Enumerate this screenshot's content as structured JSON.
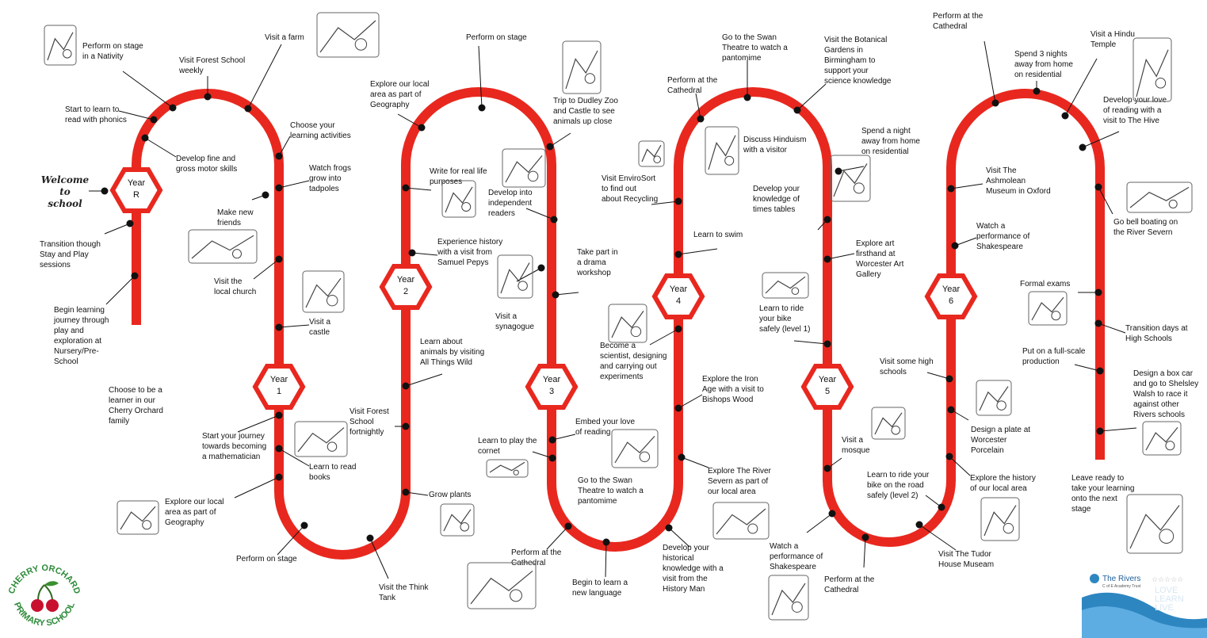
{
  "title": "Welcome to\nschool",
  "colors": {
    "track": "#e8281f",
    "dot": "#111111",
    "hex_stroke": "#e8281f"
  },
  "years": [
    {
      "label": "Year\nR"
    },
    {
      "label": "Year\n1"
    },
    {
      "label": "Year\n2"
    },
    {
      "label": "Year\n3"
    },
    {
      "label": "Year\n4"
    },
    {
      "label": "Year\n5"
    },
    {
      "label": "Year\n6"
    }
  ],
  "milestones": [
    "Perform on stage\nin a Nativity",
    "Visit Forest School\nweekly",
    "Visit a farm",
    "Start to learn to\nread with phonics",
    "Choose your\nlearning activities",
    "Develop fine and\ngross motor skills",
    "Watch frogs\ngrow into\ntadpoles",
    "Make new\nfriends",
    "Transition though\nStay and Play\nsessions",
    "Visit the\nlocal church",
    "Begin learning\njourney through\nplay and\nexploration at\nNursery/Pre-\nSchool",
    "Visit a\ncastle",
    "Choose to be a\nlearner in our\nCherry Orchard\nfamily",
    "Start your journey\ntowards becoming\na mathematician",
    "Learn to read\nbooks",
    "Explore our local\narea as part of\nGeography",
    "Perform on stage",
    "Visit the Think\nTank",
    "Explore our local\narea as part of\nGeography",
    "Perform on stage",
    "Trip to Dudley Zoo\nand Castle to see\nanimals up close",
    "Write for real life\npurposes",
    "Develop into\nindependent\nreaders",
    "Experience history\nwith a visit from\nSamuel Pepys",
    "Take part in\na drama\nworkshop",
    "Visit a\nsynagogue",
    "Learn about\nanimals by visiting\nAll Things Wild",
    "Visit Forest\nSchool\nfortnightly",
    "Grow plants",
    "Learn to play the\ncornet",
    "Embed your love\nof reading",
    "Go to the Swan\nTheatre to watch a\npantomime",
    "Perform at the\nCathedral",
    "Begin to learn a\nnew language",
    "Perform at the\nCathedral",
    "Go to the Swan\nTheatre to watch a\npantomime",
    "Visit the Botanical\nGardens in\nBirmingham to\nsupport your\nscience knowledge",
    "Discuss Hinduism\nwith a visitor",
    "Visit EnviroSort\nto find out\nabout Recycling",
    "Develop your\nknowledge of\ntimes tables",
    "Spend a night\naway from home\non residential",
    "Learn to swim",
    "Explore art\nfirsthand  at\nWorcester Art\nGallery",
    "Learn to ride\nyour bike\nsafely (level 1)",
    "Become a\nscientist, designing\nand carrying out\nexperiments",
    "Explore the Iron\nAge with a visit to\nBishops Wood",
    "Explore The River\nSevern as part of\nour local area",
    "Develop your\nhistorical\nknowledge with a\nvisit from the\nHistory Man",
    "Watch a\nperformance of\nShakespeare",
    "Perform at the\nCathedral",
    "Visit a\nmosque",
    "Learn to ride your\nbike on the road\nsafely (level 2)",
    "Visit some high\nschools",
    "Perform at the\nCathedral",
    "Spend 3 nights\naway from home\non residential",
    "Visit a Hindu\nTemple",
    "Develop your love\nof reading with a\nvisit to The Hive",
    "Visit The\nAshmolean\nMuseum in Oxford",
    "Watch a\nperformance of\nShakespeare",
    "Go bell boating on\nthe River Severn",
    "Formal exams",
    "Transition days at\nHigh Schools",
    "Put on a full-scale\nproduction",
    "Design a box car\nand go to Shelsley\nWalsh to race it\nagainst other\nRivers schools",
    "Design a plate at\nWorcester\nPorcelain",
    "Explore the history\nof our local area",
    "Visit The Tudor\nHouse Museam",
    "Leave ready to\ntake your learning\nonto the next\nstage"
  ],
  "icons": [
    "nativity-icon",
    "farm-icon",
    "children-icon",
    "castle-icon",
    "book-icon",
    "map-icon",
    "zoo-gate-icon",
    "kids-reading-icon",
    "quill-icon",
    "synagogue-icon",
    "flask-icon",
    "recycle-icon",
    "dancer-icon",
    "climber-icon",
    "bicycle-icon",
    "cathedral-icon",
    "cornet-icon",
    "reading-child-icon",
    "plant-icon",
    "river-icon",
    "shakespeare-icon",
    "mosque-icon",
    "plate-icon",
    "crest-icon",
    "hindu-temple-icon",
    "boat-icon",
    "exam-icon",
    "flag-icon",
    "tree-icon"
  ],
  "logos": {
    "school_top": "CHERRY ORCHARD",
    "school_bottom": "PRIMARY SCHOOL",
    "trust_name": "The Rivers",
    "trust_sub": "C of E Academy Trust",
    "trust_motto": "LOVE\nLEARN\nLIVE"
  }
}
